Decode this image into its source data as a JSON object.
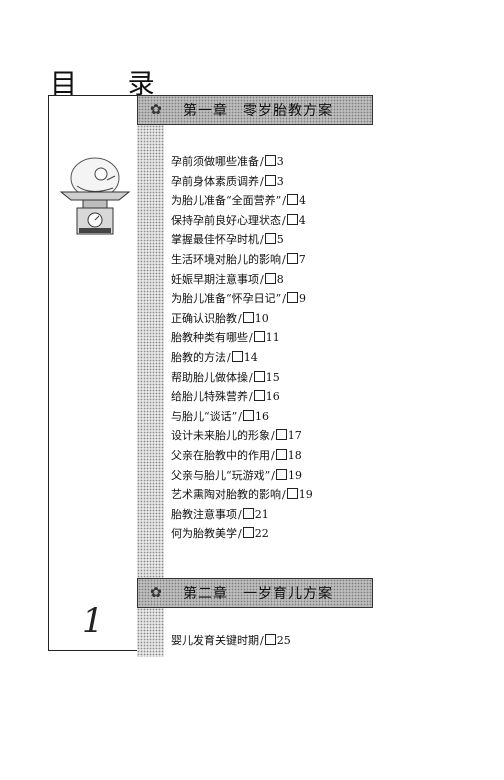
{
  "page": {
    "title": "目 录",
    "folio": "1"
  },
  "chapters": [
    {
      "icon": "flower-icon",
      "title": "第一章　零岁胎教方案",
      "entries": [
        {
          "text": "孕前须做哪些准备",
          "page": "3"
        },
        {
          "text": "孕前身体素质调养",
          "page": "3"
        },
        {
          "text": "为胎儿准备“全面营养”",
          "page": "4"
        },
        {
          "text": "保持孕前良好心理状态",
          "page": "4"
        },
        {
          "text": "掌握最佳怀孕时机",
          "page": "5"
        },
        {
          "text": "生活环境对胎儿的影响",
          "page": "7"
        },
        {
          "text": "妊娠早期注意事项",
          "page": "8"
        },
        {
          "text": "为胎儿准备“怀孕日记”",
          "page": "9"
        },
        {
          "text": "正确认识胎教",
          "page": "10"
        },
        {
          "text": "胎教种类有哪些",
          "page": "11"
        },
        {
          "text": "胎教的方法",
          "page": "14"
        },
        {
          "text": "帮助胎儿做体操",
          "page": "15"
        },
        {
          "text": "给胎儿特殊营养",
          "page": "16"
        },
        {
          "text": "与胎儿“谈话”",
          "page": "16"
        },
        {
          "text": "设计未来胎儿的形象",
          "page": "17"
        },
        {
          "text": "父亲在胎教中的作用",
          "page": "18"
        },
        {
          "text": "父亲与胎儿“玩游戏”",
          "page": "19"
        },
        {
          "text": "艺术熏陶对胎教的影响",
          "page": "19"
        },
        {
          "text": "胎教注意事项",
          "page": "21"
        },
        {
          "text": "何为胎教美学",
          "page": "22"
        }
      ]
    },
    {
      "icon": "flower-icon",
      "title": "第二章　一岁育儿方案",
      "entries": [
        {
          "text": "婴儿发育关键时期",
          "page": "25"
        }
      ]
    }
  ],
  "separator": "/"
}
